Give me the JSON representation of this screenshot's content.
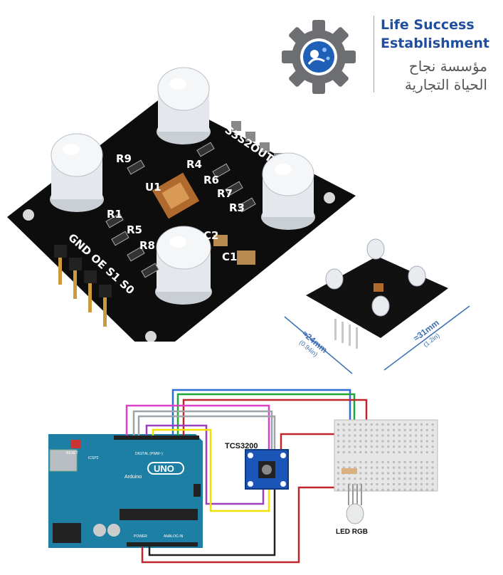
{
  "brand": {
    "name_en": "Life Success\nEstablishment",
    "name_ar": "مؤسسة نجاح الحياة التجارية"
  },
  "main_board": {
    "resistors": [
      "R9",
      "R4",
      "R6",
      "R7",
      "R3",
      "R1",
      "R5",
      "R8"
    ],
    "chip": "U1",
    "caps": [
      "C2",
      "C1"
    ],
    "pins_right": "S3S2OUT",
    "pins_left": "GND OE S1 S0"
  },
  "small_board": {
    "width_label": "≈24mm",
    "width_sub": "(0.94in)",
    "length_label": "≈31mm",
    "length_sub": "(1.2in)"
  },
  "circuit": {
    "sensor_label": "TCS3200",
    "led_label": "LED RGB",
    "arduino_text": "UNO",
    "arduino_brand": "Arduino",
    "reset_label": "RESET",
    "icsp_label": "ICSP2",
    "digital_label": "DIGITAL (PWM~)",
    "power_label": "POWER",
    "analog_label": "ANALOG IN",
    "wire_colors": {
      "blue": "#2b6fd1",
      "green": "#1fa83a",
      "red": "#c0272d",
      "pink": "#e040c8",
      "gray": "#9ea3a8",
      "purple": "#9a3fc0",
      "yellow": "#f2e000",
      "black": "#222222"
    }
  }
}
